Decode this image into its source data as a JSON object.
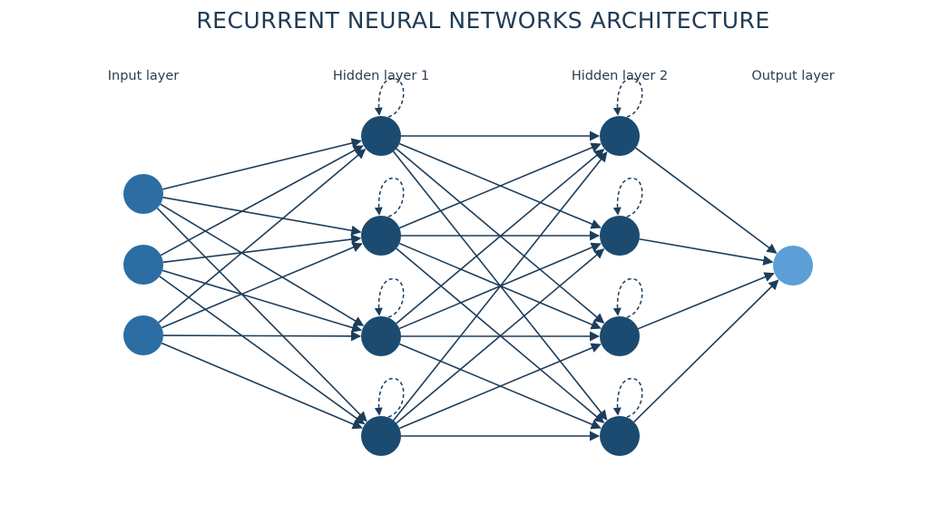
{
  "diagram": {
    "title": "RECURRENT NEURAL NETWORKS ARCHITECTURE",
    "layers": [
      {
        "name": "input",
        "label": "Input layer",
        "nodes": 3,
        "recurrent": false
      },
      {
        "name": "hidden-1",
        "label": "Hidden layer 1",
        "nodes": 4,
        "recurrent": true
      },
      {
        "name": "hidden-2",
        "label": "Hidden layer 2",
        "nodes": 4,
        "recurrent": true
      },
      {
        "name": "output",
        "label": "Output layer",
        "nodes": 1,
        "recurrent": false
      }
    ],
    "connections": "fully-connected between adjacent layers",
    "colors": {
      "input_node": "#2c6ea3",
      "hidden_node": "#1b4b71",
      "output_node": "#5b9fd6",
      "edge": "#1d3d5a",
      "title": "#1f3b55",
      "label": "#2b3e50"
    }
  }
}
